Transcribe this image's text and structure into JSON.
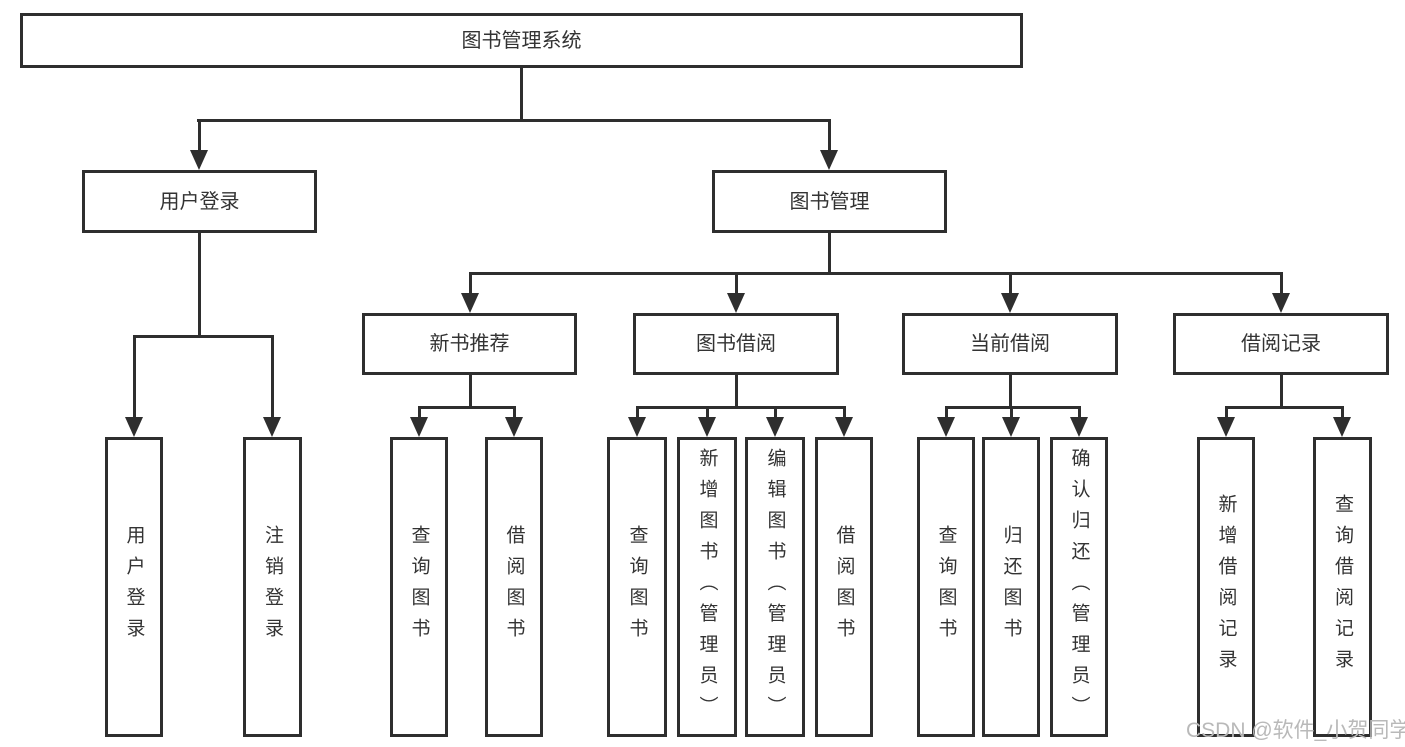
{
  "diagram": {
    "root": {
      "label": "图书管理系统"
    },
    "branches": [
      {
        "label": "用户登录",
        "children": [
          {
            "label": "用户登录"
          },
          {
            "label": "注销登录"
          }
        ]
      },
      {
        "label": "图书管理",
        "children": [
          {
            "label": "新书推荐",
            "children": [
              {
                "label": "查询图书"
              },
              {
                "label": "借阅图书"
              }
            ]
          },
          {
            "label": "图书借阅",
            "children": [
              {
                "label": "查询图书"
              },
              {
                "label": "新增图书（管理员）"
              },
              {
                "label": "编辑图书（管理员）"
              },
              {
                "label": "借阅图书"
              }
            ]
          },
          {
            "label": "当前借阅",
            "children": [
              {
                "label": "查询图书"
              },
              {
                "label": "归还图书"
              },
              {
                "label": "确认归还（管理员）"
              }
            ]
          },
          {
            "label": "借阅记录",
            "children": [
              {
                "label": "新增借阅记录"
              },
              {
                "label": "查询借阅记录"
              }
            ]
          }
        ]
      }
    ],
    "watermark": "CSDN @软件_小贺同学",
    "colors": {
      "line": "#2e2e2e",
      "text": "#333333",
      "watermark": "#b9b9b9",
      "background": "#ffffff"
    }
  }
}
